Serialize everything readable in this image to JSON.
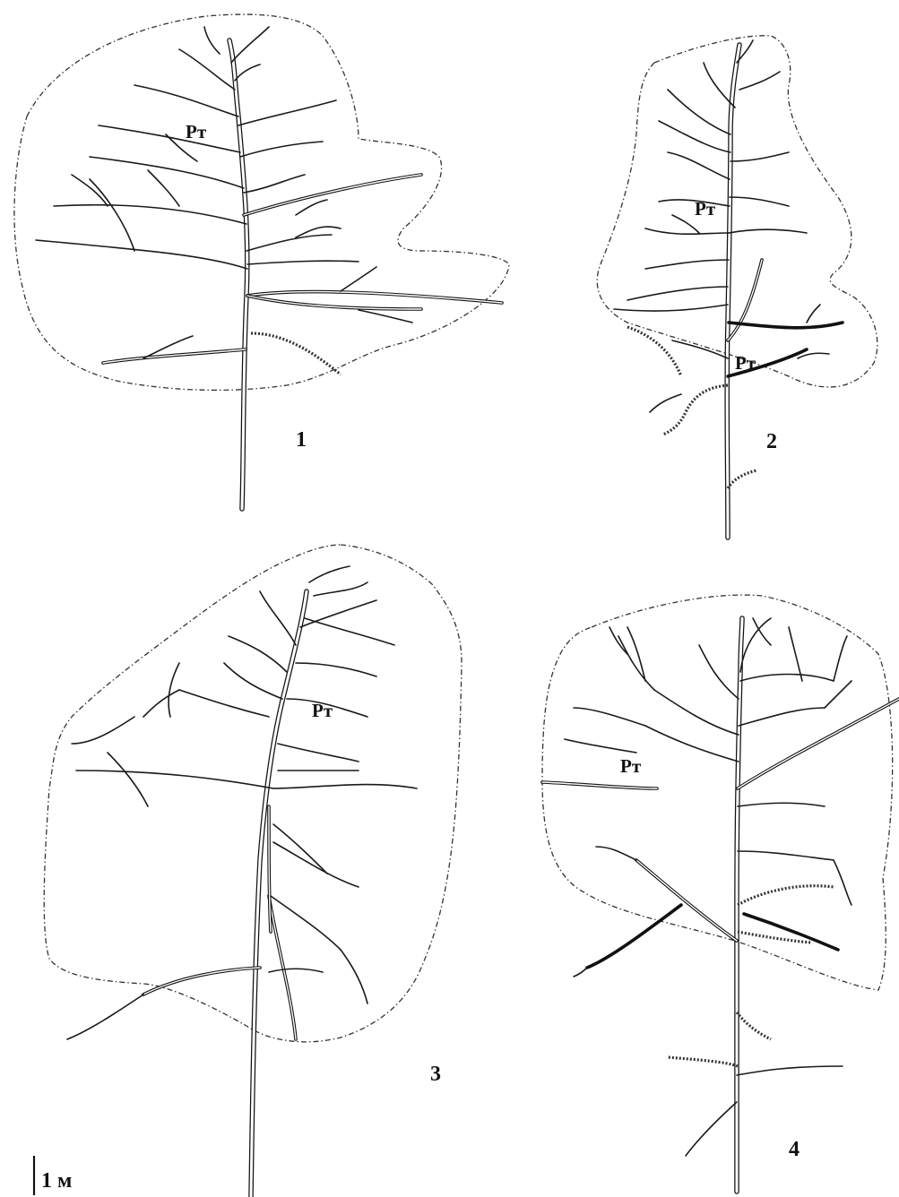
{
  "figure": {
    "trees": [
      {
        "number": "1",
        "rt_labels": [
          "Рт"
        ]
      },
      {
        "number": "2",
        "rt_labels": [
          "Рт",
          "Рт"
        ]
      },
      {
        "number": "3",
        "rt_labels": [
          "Рт"
        ]
      },
      {
        "number": "4",
        "rt_labels": [
          "Рт"
        ]
      }
    ],
    "scale_bar": {
      "label": "1 м"
    }
  }
}
